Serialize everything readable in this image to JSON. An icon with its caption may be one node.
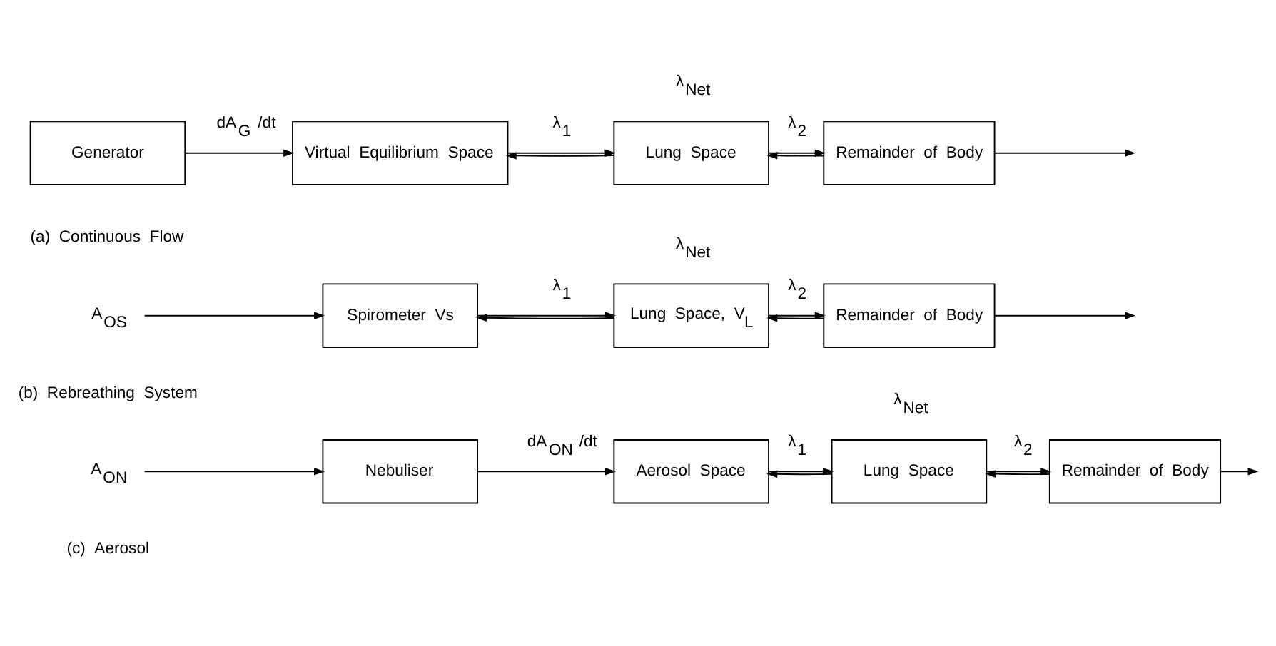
{
  "diagram": {
    "nodes": [
      {
        "text": [
          "Generator"
        ]
      },
      {
        "text": [
          "Virtual Equilibrium Space"
        ]
      },
      {
        "text": [
          "Lung Space"
        ],
        "beside": [
          "λ$_{Net}$"
        ]
      },
      {
        "text": [
          "Remainder of Body"
        ]
      },
      {
        "text": [
          "A$_{OS}$"
        ]
      },
      {
        "text": [
          "Spirometer Vs"
        ]
      },
      {
        "text": [
          "Lung Space, V$_{L}$"
        ],
        "beside": [
          "λ$_{Net}$"
        ]
      },
      {
        "text": [
          "Remainder of Body"
        ]
      },
      {
        "text": [
          "A$_{ON}$"
        ]
      },
      {
        "text": [
          "Nebuliser"
        ]
      },
      {
        "text": [
          "Aerosol Space"
        ]
      },
      {
        "text": [
          "Lung Space"
        ],
        "beside": [
          "λ$_{Net}$"
        ]
      },
      {
        "text": [
          "Remainder of Body"
        ]
      }
    ],
    "edges": [
      {
        "from": 0,
        "to": 1,
        "arrow": "to",
        "label": "dA$_{G}$ /dt"
      },
      {
        "from": 1,
        "to": 2,
        "arrow": "to",
        "label": "λ$_{1}$"
      },
      {
        "from": 2,
        "to": 1,
        "arrow": "to"
      },
      {
        "from": 2,
        "to": 3,
        "arrow": "to",
        "label": "λ$_{2}$"
      },
      {
        "from": 3,
        "to": 2,
        "arrow": "to"
      },
      {
        "from": 3,
        "to": null,
        "arrow": "to"
      },
      {
        "from": 4,
        "to": 5,
        "arrow": "to"
      },
      {
        "from": 5,
        "to": 6,
        "arrow": "to",
        "label": "λ$_{1}$"
      },
      {
        "from": 6,
        "to": 5,
        "arrow": "to"
      },
      {
        "from": 6,
        "to": 7,
        "arrow": "to",
        "label": "λ$_{2}$"
      },
      {
        "from": 7,
        "to": 6,
        "arrow": "to"
      },
      {
        "from": 7,
        "to": null,
        "arrow": "to"
      },
      {
        "from": 8,
        "to": 9,
        "arrow": "to"
      },
      {
        "from": 9,
        "to": 10,
        "arrow": "to",
        "label": "dA$_{ON}$ /dt"
      },
      {
        "from": 10,
        "to": 11,
        "arrow": "to",
        "label": "λ$_{1}$"
      },
      {
        "from": 11,
        "to": 10,
        "arrow": "to"
      },
      {
        "from": 11,
        "to": 12,
        "arrow": "to",
        "label": "λ$_{2}$"
      },
      {
        "from": 12,
        "to": 11,
        "arrow": "to"
      },
      {
        "from": 12,
        "to": null,
        "arrow": "to"
      }
    ],
    "labels": [
      "(a) Continuous Flow",
      "(b) Rebreathing System",
      "(c) Aerosol"
    ]
  }
}
